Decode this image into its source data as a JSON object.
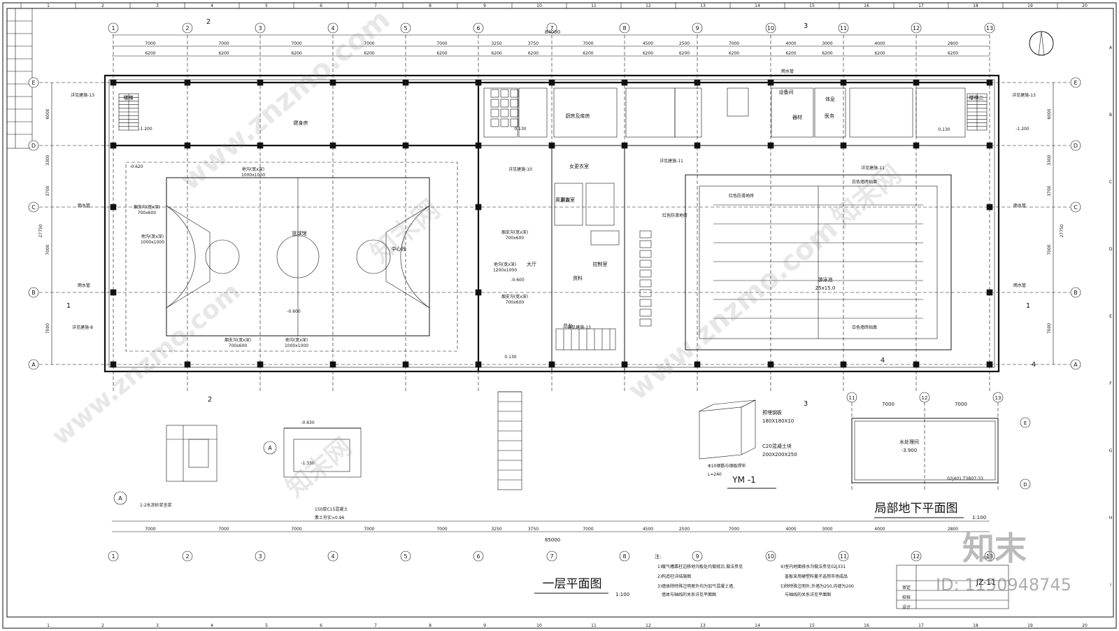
{
  "titles": {
    "ground_floor": "一层平面图",
    "ground_scale": "1:100",
    "basement": "局部地下平面图",
    "basement_scale": "1:100",
    "detail": "YM -1"
  },
  "column_grid": [
    "1",
    "2",
    "3",
    "4",
    "5",
    "6",
    "7",
    "8",
    "9",
    "10",
    "11",
    "12",
    "13"
  ],
  "row_grid": [
    "E",
    "D",
    "C",
    "B",
    "A"
  ],
  "sheet_numbers": [
    "1",
    "2",
    "3",
    "4",
    "5",
    "6",
    "7",
    "8",
    "9",
    "10",
    "11",
    "12",
    "13",
    "14",
    "15",
    "16",
    "17",
    "18",
    "19",
    "20"
  ],
  "sheet_letters": [
    "A",
    "B",
    "C",
    "D",
    "E",
    "F",
    "G",
    "H",
    "I"
  ],
  "dims": {
    "total_top": "84000",
    "total_bottom": "85000",
    "bays": [
      "7000",
      "7000",
      "7000",
      "7000",
      "7000",
      "3250",
      "3750",
      "7000",
      "4500",
      "2500",
      "7000",
      "4000",
      "3000",
      "4000",
      "2800"
    ],
    "rows_left": [
      "6000",
      "3300",
      "3700",
      "7000",
      "7000"
    ],
    "total_side": "27750"
  },
  "rooms": [
    {
      "name": "健身房"
    },
    {
      "name": "篮球馆"
    },
    {
      "name": "中心线"
    },
    {
      "name": "大厅"
    },
    {
      "name": "游泳池"
    },
    {
      "name": "25x15.0"
    },
    {
      "name": "厨房及库房"
    },
    {
      "name": "女更衣室"
    },
    {
      "name": "男更衣室"
    },
    {
      "name": "控制室"
    },
    {
      "name": "设备间"
    },
    {
      "name": "器材"
    },
    {
      "name": "医务"
    },
    {
      "name": "体息"
    },
    {
      "name": "淋浴"
    },
    {
      "name": "资料"
    },
    {
      "name": "总台"
    },
    {
      "name": "楼梯一"
    },
    {
      "name": "楼梯二"
    }
  ],
  "labels": {
    "trench1": "地沟(宽x深)",
    "trench1_size": "1000x1000",
    "trench2": "烟支沟(宽x深)",
    "trench2_size": "700x600",
    "trench3_size": "1200x1000",
    "see1": "详见建施-10",
    "see2": "详见建施-11",
    "see3": "详见建施-13",
    "see4": "详见建施-8",
    "rain": "雨水管",
    "white_tile": "白色墙砖贴面",
    "red_tile": "红色防滑地砖",
    "steel_plate": "预埋钢板",
    "steel_size": "180X180X10",
    "concrete": "C20混凝土块",
    "concrete_size": "200X200X250",
    "anchor": "Φ10钢筋与钢板焊牢",
    "anchor_len": "L=240",
    "water_room": "水处理间",
    "note_level": "-3.900",
    "elev1": "-0.600",
    "elev2": "-0.620",
    "elev3": "-1.200",
    "elev4": "0.130",
    "elev5": "-0.630",
    "elev6": "-1.330",
    "std": "02J401,T3B07-33"
  },
  "notes_header": "注:",
  "notes": [
    "1)暖气槽靠柱边移地沟板处均做挑沿,做法参见",
    "2)构造柱详结施图",
    "3)墙体除特殊注明者外均为加气混凝土墙,",
    "   墙体与轴线的关系详见平面图",
    "4)室内地面排水沟做法参见02J331",
    "   盖板采用硬塑料篦子选用市场成品",
    "5)除特殊注明外,外墙为250,内墙为200",
    "   与轴线的关系详见平面图"
  ],
  "title_block": [
    "审定",
    "校核",
    "设计"
  ],
  "sheet_code": "JZ-11",
  "watermark": {
    "brand": "知末",
    "id": "ID: 1150948745",
    "site": "www.znzmo.com",
    "cn": "知末网"
  }
}
